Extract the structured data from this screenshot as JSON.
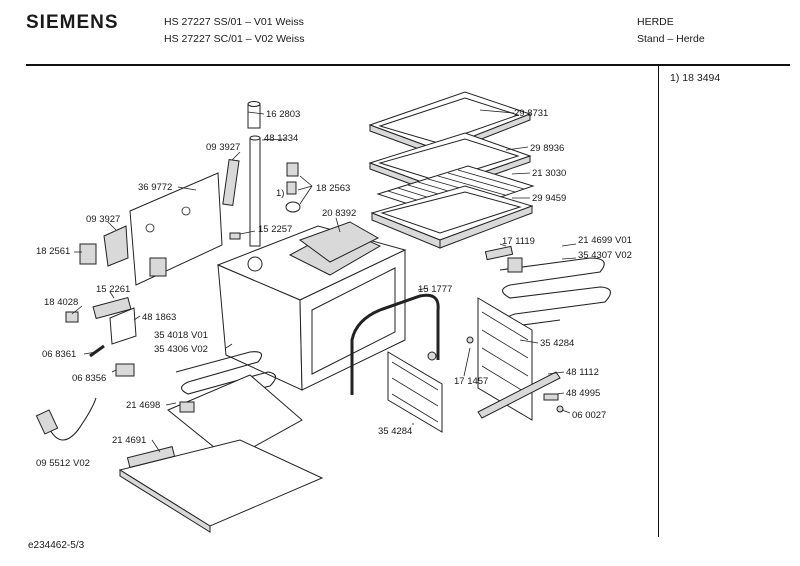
{
  "header": {
    "brand": "SIEMENS",
    "model_line_1": "HS 27227 SS/01 – V01 Weiss",
    "model_line_2": "HS 27227 SC/01 – V02 Weiss",
    "category": "HERDE",
    "subcategory": "Stand – Herde"
  },
  "side_note": "1)  18 3494",
  "footer": "e234462-5/3",
  "part_labels": [
    "16 2803",
    "48 1334",
    "09 3927",
    "36 9772",
    "09 3927",
    "18 2561",
    "1)",
    "18 2563",
    "15 2257",
    "20 8392",
    "29 8731",
    "29 8936",
    "21 3030",
    "29 9459",
    "17 1119",
    "21 4699 V01",
    "35 4307 V02",
    "15 2261",
    "18 4028",
    "48 1863",
    "15 1777",
    "35 4018 V01",
    "35 4306 V02",
    "06 8361",
    "06 8356",
    "35 4284",
    "17 1457",
    "48 1112",
    "48 4995",
    "06 0027",
    "21 4698",
    "21 4691",
    "09 5512 V02",
    "35 4284"
  ]
}
